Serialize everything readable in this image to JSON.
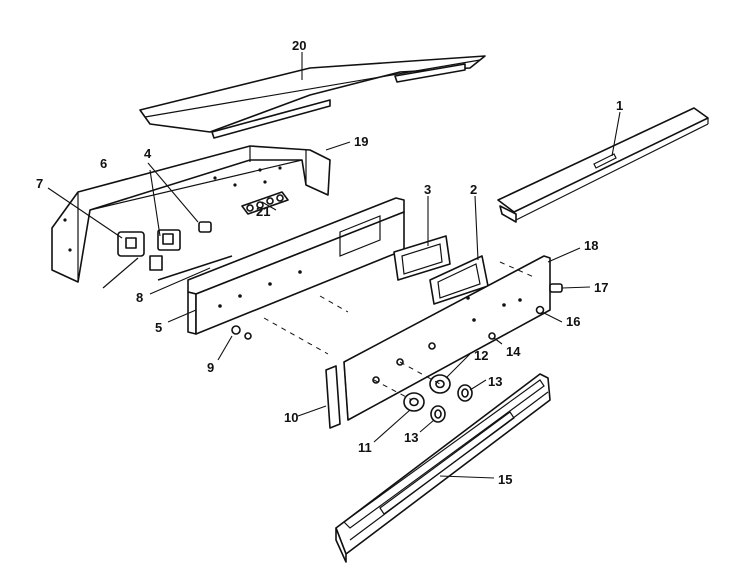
{
  "callouts": {
    "c1": "1",
    "c2": "2",
    "c3": "3",
    "c4": "4",
    "c5": "5",
    "c6": "6",
    "c7": "7",
    "c8": "8",
    "c9": "9",
    "c10": "10",
    "c11": "11",
    "c12": "12",
    "c13a": "13",
    "c13b": "13",
    "c14": "14",
    "c15": "15",
    "c16": "16",
    "c17": "17",
    "c18": "18",
    "c19": "19",
    "c20": "20",
    "c21": "21"
  }
}
